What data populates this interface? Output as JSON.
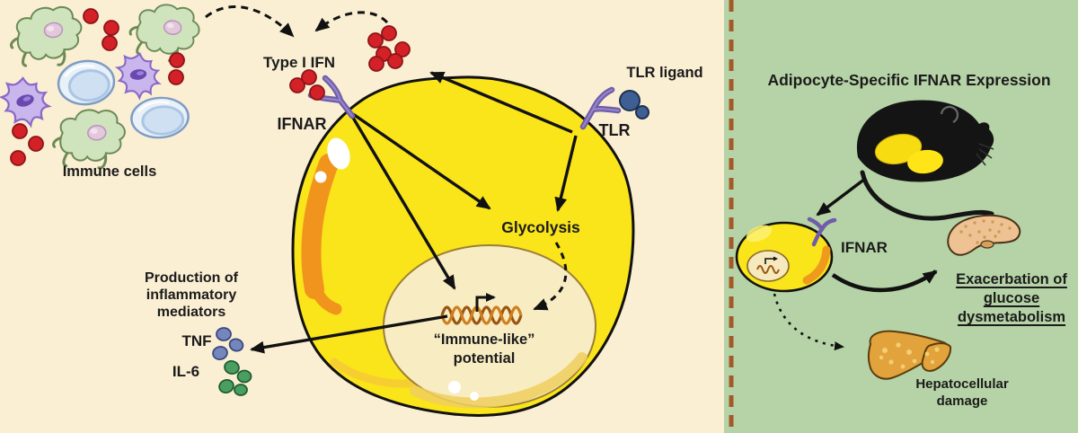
{
  "figure": {
    "left_panel": {
      "bg_color": "#faeed3",
      "immune_cells_label": "Immune cells",
      "type_i_ifn_label": "Type I IFN",
      "ifnar_label": "IFNAR",
      "tlr_ligand_label": "TLR ligand",
      "tlr_label": "TLR",
      "glycolysis_label": "Glycolysis",
      "immune_like_line1": "“Immune-like”",
      "immune_like_line2": "potential",
      "production_line1": "Production of",
      "production_line2": "inflammatory",
      "production_line3": "mediators",
      "tnf_label": "TNF",
      "il6_label": "IL-6"
    },
    "right_panel": {
      "bg_color": "#b5d3a6",
      "title": "Adipocyte-Specific IFNAR Expression",
      "ifnar_label": "IFNAR",
      "exacerbation_line1": "Exacerbation of",
      "exacerbation_line2": "glucose",
      "exacerbation_line3": "dysmetabolism",
      "hepatocellular_line1": "Hepatocellular",
      "hepatocellular_line2": "damage"
    },
    "colors": {
      "adipocyte_yellow": "#fae41a",
      "lipid_orange": "#f0941e",
      "nucleus_cream": "#f8ecc2",
      "ifn_red": "#d42127",
      "tlr_ligand_blue": "#3d5f94",
      "tnf_blue": "#7586bd",
      "il6_green": "#4a9e5f",
      "receptor_purple": "#6f5cab",
      "divider_brown": "#a5592a",
      "macrophage_green": "#cfe3bd",
      "dendritic_purple": "#c9b6ec",
      "lymphocyte_blue": "#e8f0f8",
      "mouse_black": "#141414",
      "pancreas_tan": "#eec293",
      "liver_orange": "#e2a33c",
      "dna_brown": "#9a5512",
      "text_color": "#1b1b1b"
    }
  }
}
